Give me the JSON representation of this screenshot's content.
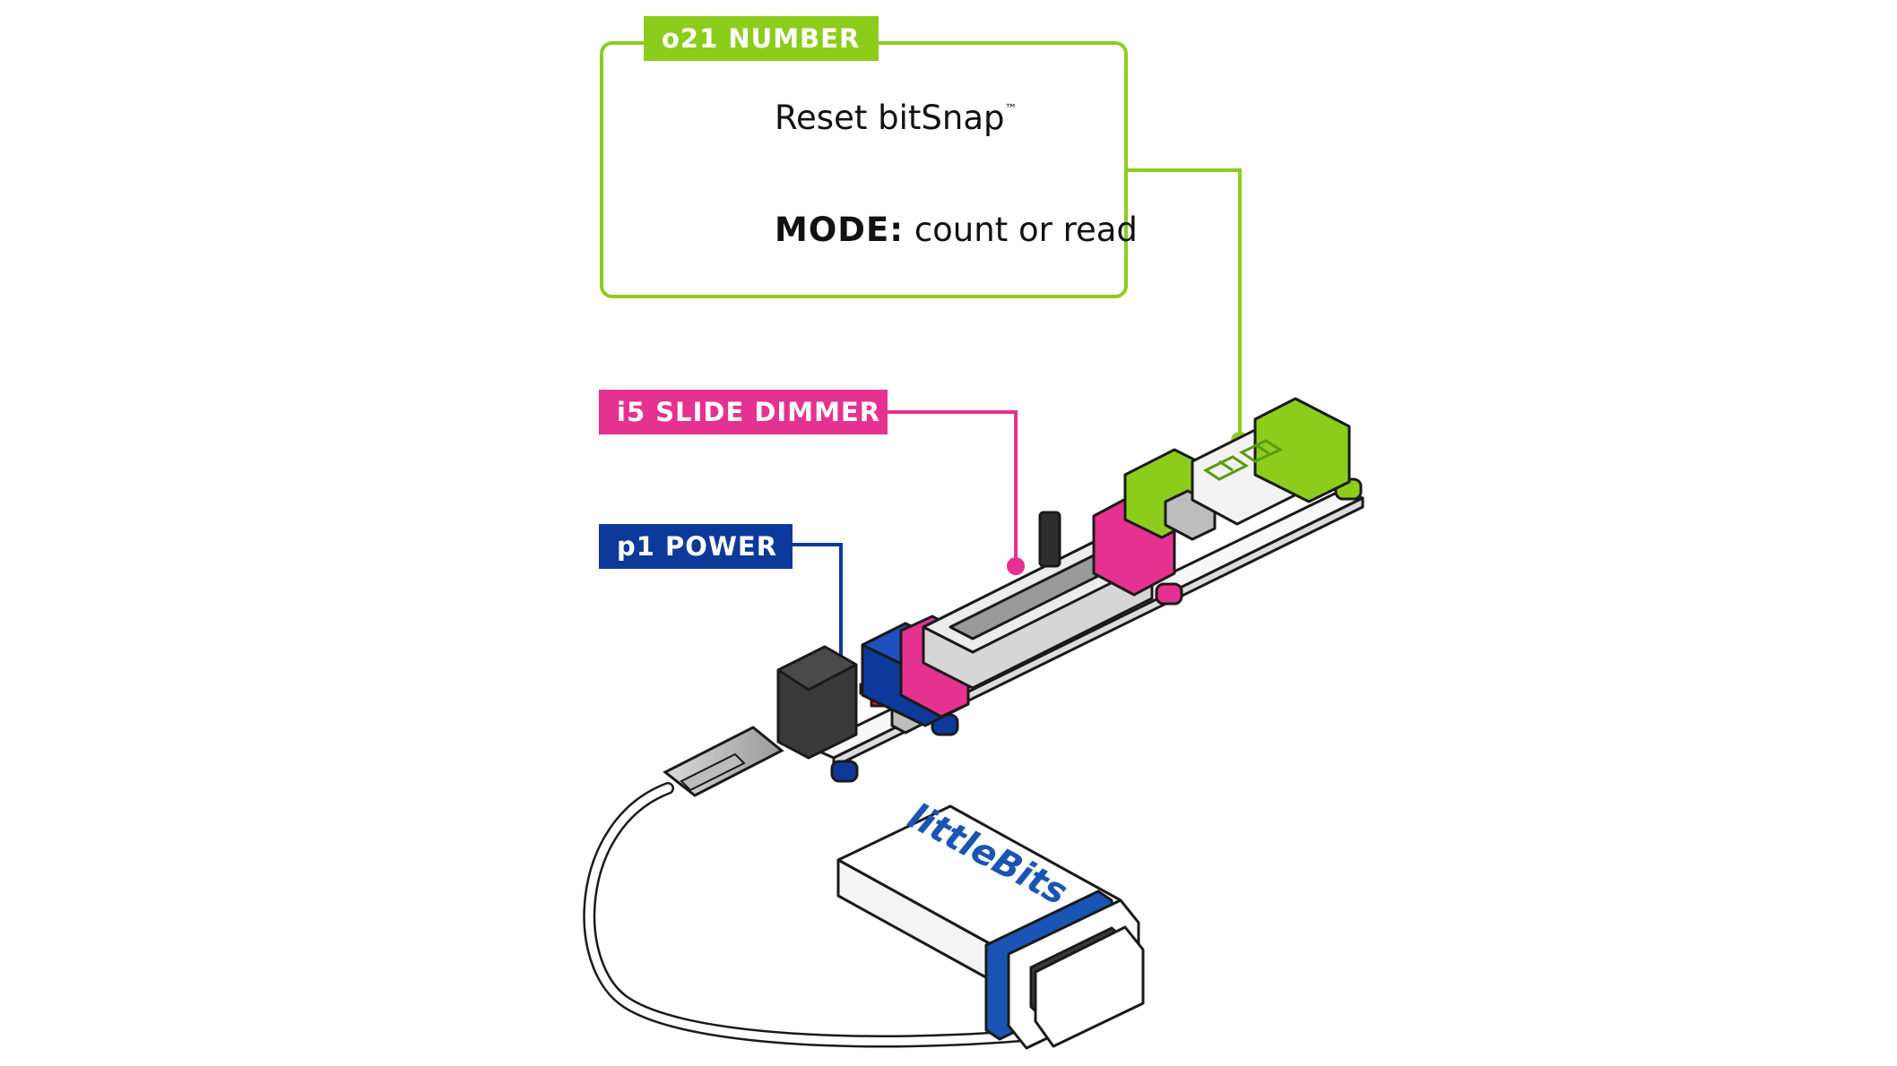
{
  "labels": {
    "number_module": "o21 NUMBER",
    "dimmer_module": "i5 SLIDE DIMMER",
    "power_module": "p1 POWER"
  },
  "callout": {
    "reset_text": "Reset bitSnap",
    "reset_mark": "™",
    "mode_label": "MODE:",
    "mode_value": "count or read"
  },
  "battery": {
    "brand": "littleBits"
  },
  "colors": {
    "number_green": "#8ccd1c",
    "dimmer_pink": "#e5318f",
    "power_blue": "#0d3a9a",
    "outline": "#1a1a1a"
  },
  "icons": [
    "bitsnap-icon",
    "seven-segment-display",
    "battery-9v",
    "power-cable"
  ]
}
